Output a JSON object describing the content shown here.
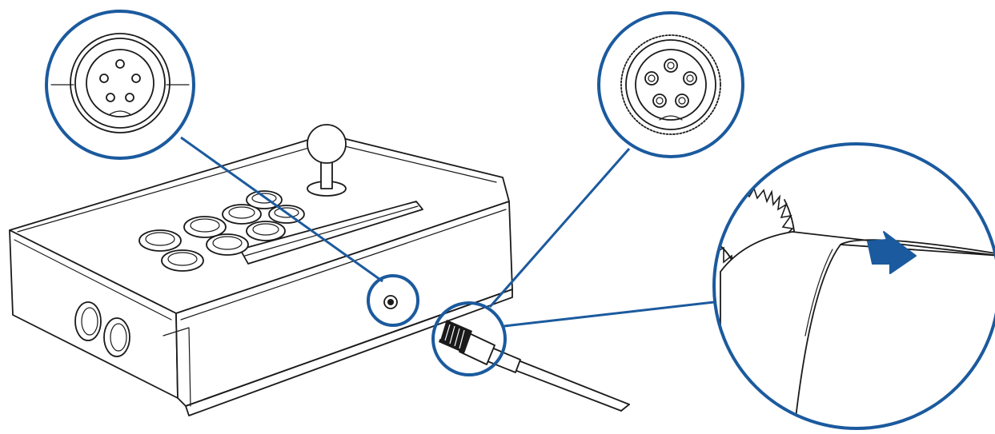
{
  "diagram": {
    "description_labels": [],
    "colors": {
      "accent": "#1b5a9e",
      "line": "#1a1a1a",
      "background": "#ffffff"
    },
    "callouts": [
      {
        "name": "console-port-callout",
        "target": "controller-port"
      },
      {
        "name": "cable-plug-callout",
        "target": "cable-plug"
      },
      {
        "name": "arrow-alignment-callout",
        "target": "cable-plug"
      }
    ],
    "icons": [
      "controller-icon",
      "joystick-icon",
      "cable-icon",
      "arrow-icon"
    ]
  }
}
